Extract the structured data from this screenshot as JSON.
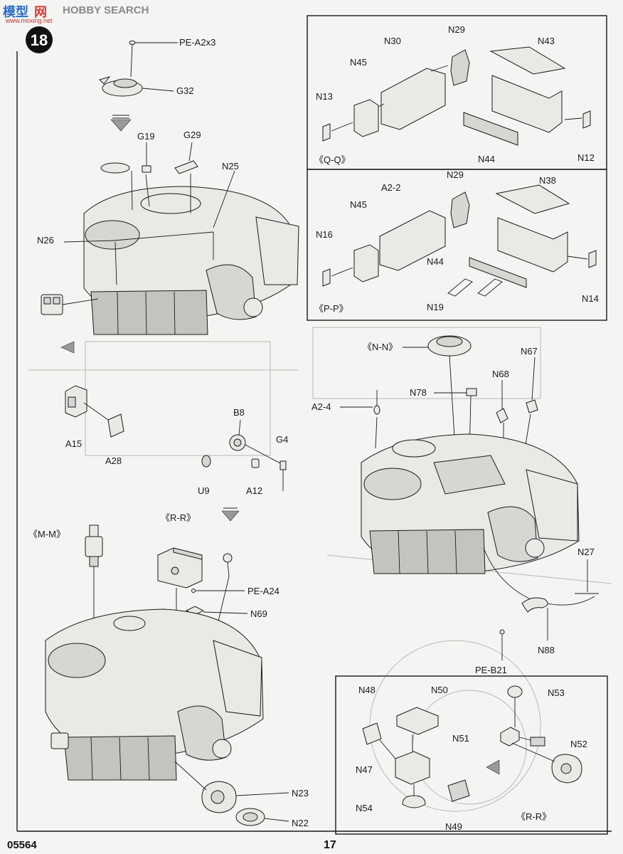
{
  "header": {
    "brand_a": "模型",
    "brand_b": "网",
    "brand_c": "HOBBY SEARCH",
    "site": "www.moxing.net"
  },
  "step": "18",
  "footer": {
    "kit_number": "05564",
    "page_number": "17"
  },
  "callouts": {
    "pe_a2x3": "PE-A2x3",
    "g32": "G32",
    "g19": "G19",
    "g29": "G29",
    "n25": "N25",
    "n26": "N26",
    "a15": "A15",
    "a28": "A28",
    "b8": "B8",
    "g4": "G4",
    "u9": "U9",
    "a12": "A12",
    "mm": "《M-M》",
    "rr": "《R-R》",
    "pe_a24": "PE-A24",
    "n69": "N69",
    "n23": "N23",
    "n22": "N22",
    "qq": "《Q-Q》",
    "n13": "N13",
    "n45": "N45",
    "n30": "N30",
    "n29": "N29",
    "n43": "N43",
    "n44": "N44",
    "n12": "N12",
    "pp": "《P-P》",
    "n16": "N16",
    "n45b": "N45",
    "a2_2": "A2-2",
    "n29b": "N29",
    "n38": "N38",
    "n44b": "N44",
    "n19": "N19",
    "n14": "N14",
    "nn": "《N-N》",
    "n67": "N67",
    "n68": "N68",
    "n78": "N78",
    "a2_4": "A2-4",
    "n27": "N27",
    "n88": "N88",
    "pe_b21": "PE-B21",
    "n48": "N48",
    "n50": "N50",
    "n53": "N53",
    "n51": "N51",
    "n52": "N52",
    "n47": "N47",
    "n54": "N54",
    "n49": "N49",
    "rr2": "《R-R》"
  }
}
